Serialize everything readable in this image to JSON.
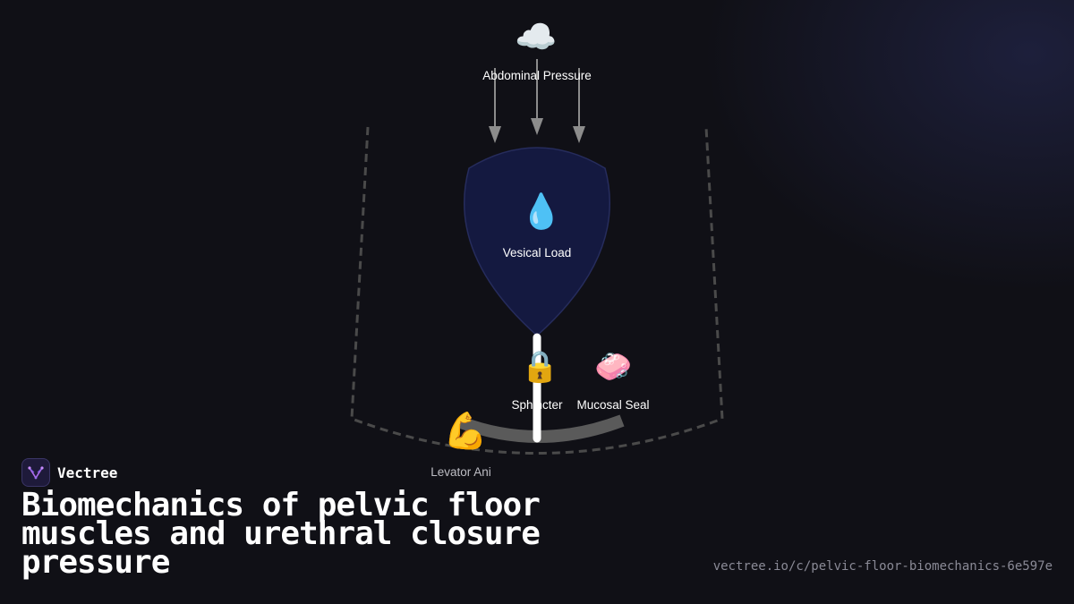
{
  "brand": {
    "name": "Vectree"
  },
  "title": "Biomechanics of pelvic floor muscles and urethral closure pressure",
  "url": "vectree.io/c/pelvic-floor-biomechanics-6e597e",
  "nodes": {
    "abdominal_pressure": {
      "label": "Abdominal Pressure",
      "icon": "cloud-icon",
      "glyph": "☁️"
    },
    "vesical_load": {
      "label": "Vesical Load",
      "icon": "droplet-icon",
      "glyph": "💧"
    },
    "sphincter": {
      "label": "Sphincter",
      "icon": "lock-icon",
      "glyph": "🔒"
    },
    "mucosal_seal": {
      "label": "Mucosal Seal",
      "icon": "soap-icon",
      "glyph": "🧼"
    },
    "levator_ani": {
      "label": "Levator Ani",
      "icon": "flexed-biceps-icon",
      "glyph": "💪"
    }
  },
  "colors": {
    "background": "#101016",
    "bladder_fill": "#141940",
    "bladder_stroke": "#262c5c",
    "arrow": "#8c8c8c",
    "sling": "#5a5a5a",
    "pelvis_outline": "#4a4a4a"
  }
}
